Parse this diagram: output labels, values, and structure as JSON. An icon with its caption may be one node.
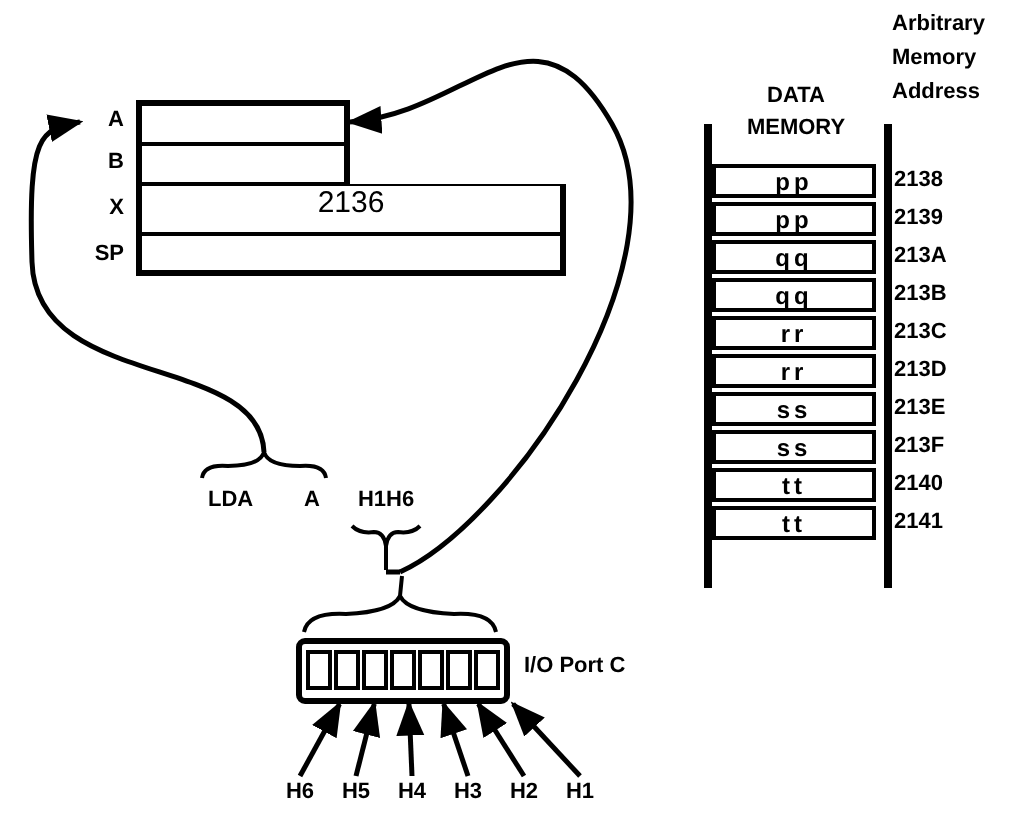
{
  "diagram": {
    "nodes": [
      {
        "text": [],
        "shape": "box",
        "beside": [
          "A"
        ]
      },
      {
        "text": [],
        "shape": "box",
        "beside": [
          "B"
        ]
      },
      {
        "text": [
          "2136"
        ],
        "beside": [
          "X"
        ]
      },
      {
        "text": [],
        "shape": "box",
        "beside": [
          "SP"
        ]
      },
      {
        "text": [
          "LDA",
          "A"
        ]
      },
      {
        "text": [
          "H1H6"
        ]
      },
      {
        "text": [],
        "shape": "box",
        "beside": [
          "I/O Port C"
        ]
      },
      {
        "text": [
          "H6"
        ]
      },
      {
        "text": [
          "H5"
        ]
      },
      {
        "text": [
          "H4"
        ]
      },
      {
        "text": [
          "H3"
        ]
      },
      {
        "text": [
          "H2"
        ]
      },
      {
        "text": [
          "H1"
        ]
      },
      {
        "text": [
          "DATA MEMORY"
        ]
      },
      {
        "text": [
          "pp"
        ],
        "in": 13,
        "beside": [
          "2138"
        ]
      },
      {
        "text": [
          "pp"
        ],
        "in": 13,
        "beside": [
          "2139"
        ]
      },
      {
        "text": [
          "qq"
        ],
        "in": 13,
        "beside": [
          "213A"
        ]
      },
      {
        "text": [
          "qq"
        ],
        "in": 13,
        "beside": [
          "213B"
        ]
      },
      {
        "text": [
          "rr"
        ],
        "in": 13,
        "beside": [
          "213C"
        ]
      },
      {
        "text": [
          "rr"
        ],
        "in": 13,
        "beside": [
          "213D"
        ]
      },
      {
        "text": [
          "ss"
        ],
        "in": 13,
        "beside": [
          "213E"
        ]
      },
      {
        "text": [
          "ss"
        ],
        "in": 13,
        "beside": [
          "213F"
        ]
      },
      {
        "text": [
          "tt"
        ],
        "in": 13,
        "beside": [
          "2140"
        ]
      },
      {
        "text": [
          "tt"
        ],
        "in": 13,
        "beside": [
          "2141"
        ]
      }
    ],
    "edges": [
      {
        "from": 4,
        "to": 0,
        "arrow": "to"
      },
      {
        "from": 6,
        "to": 0,
        "arrow": "to"
      },
      {
        "from": 5,
        "to": 6,
        "arrow": "none"
      },
      {
        "from": 7,
        "to": 6,
        "arrow": "to"
      },
      {
        "from": 8,
        "to": 6,
        "arrow": "to"
      },
      {
        "from": 9,
        "to": 6,
        "arrow": "to"
      },
      {
        "from": 10,
        "to": 6,
        "arrow": "to"
      },
      {
        "from": 11,
        "to": 6,
        "arrow": "to"
      },
      {
        "from": 12,
        "to": 6,
        "arrow": "to"
      }
    ],
    "labels": [
      "Arbitrary Memory Address"
    ]
  }
}
